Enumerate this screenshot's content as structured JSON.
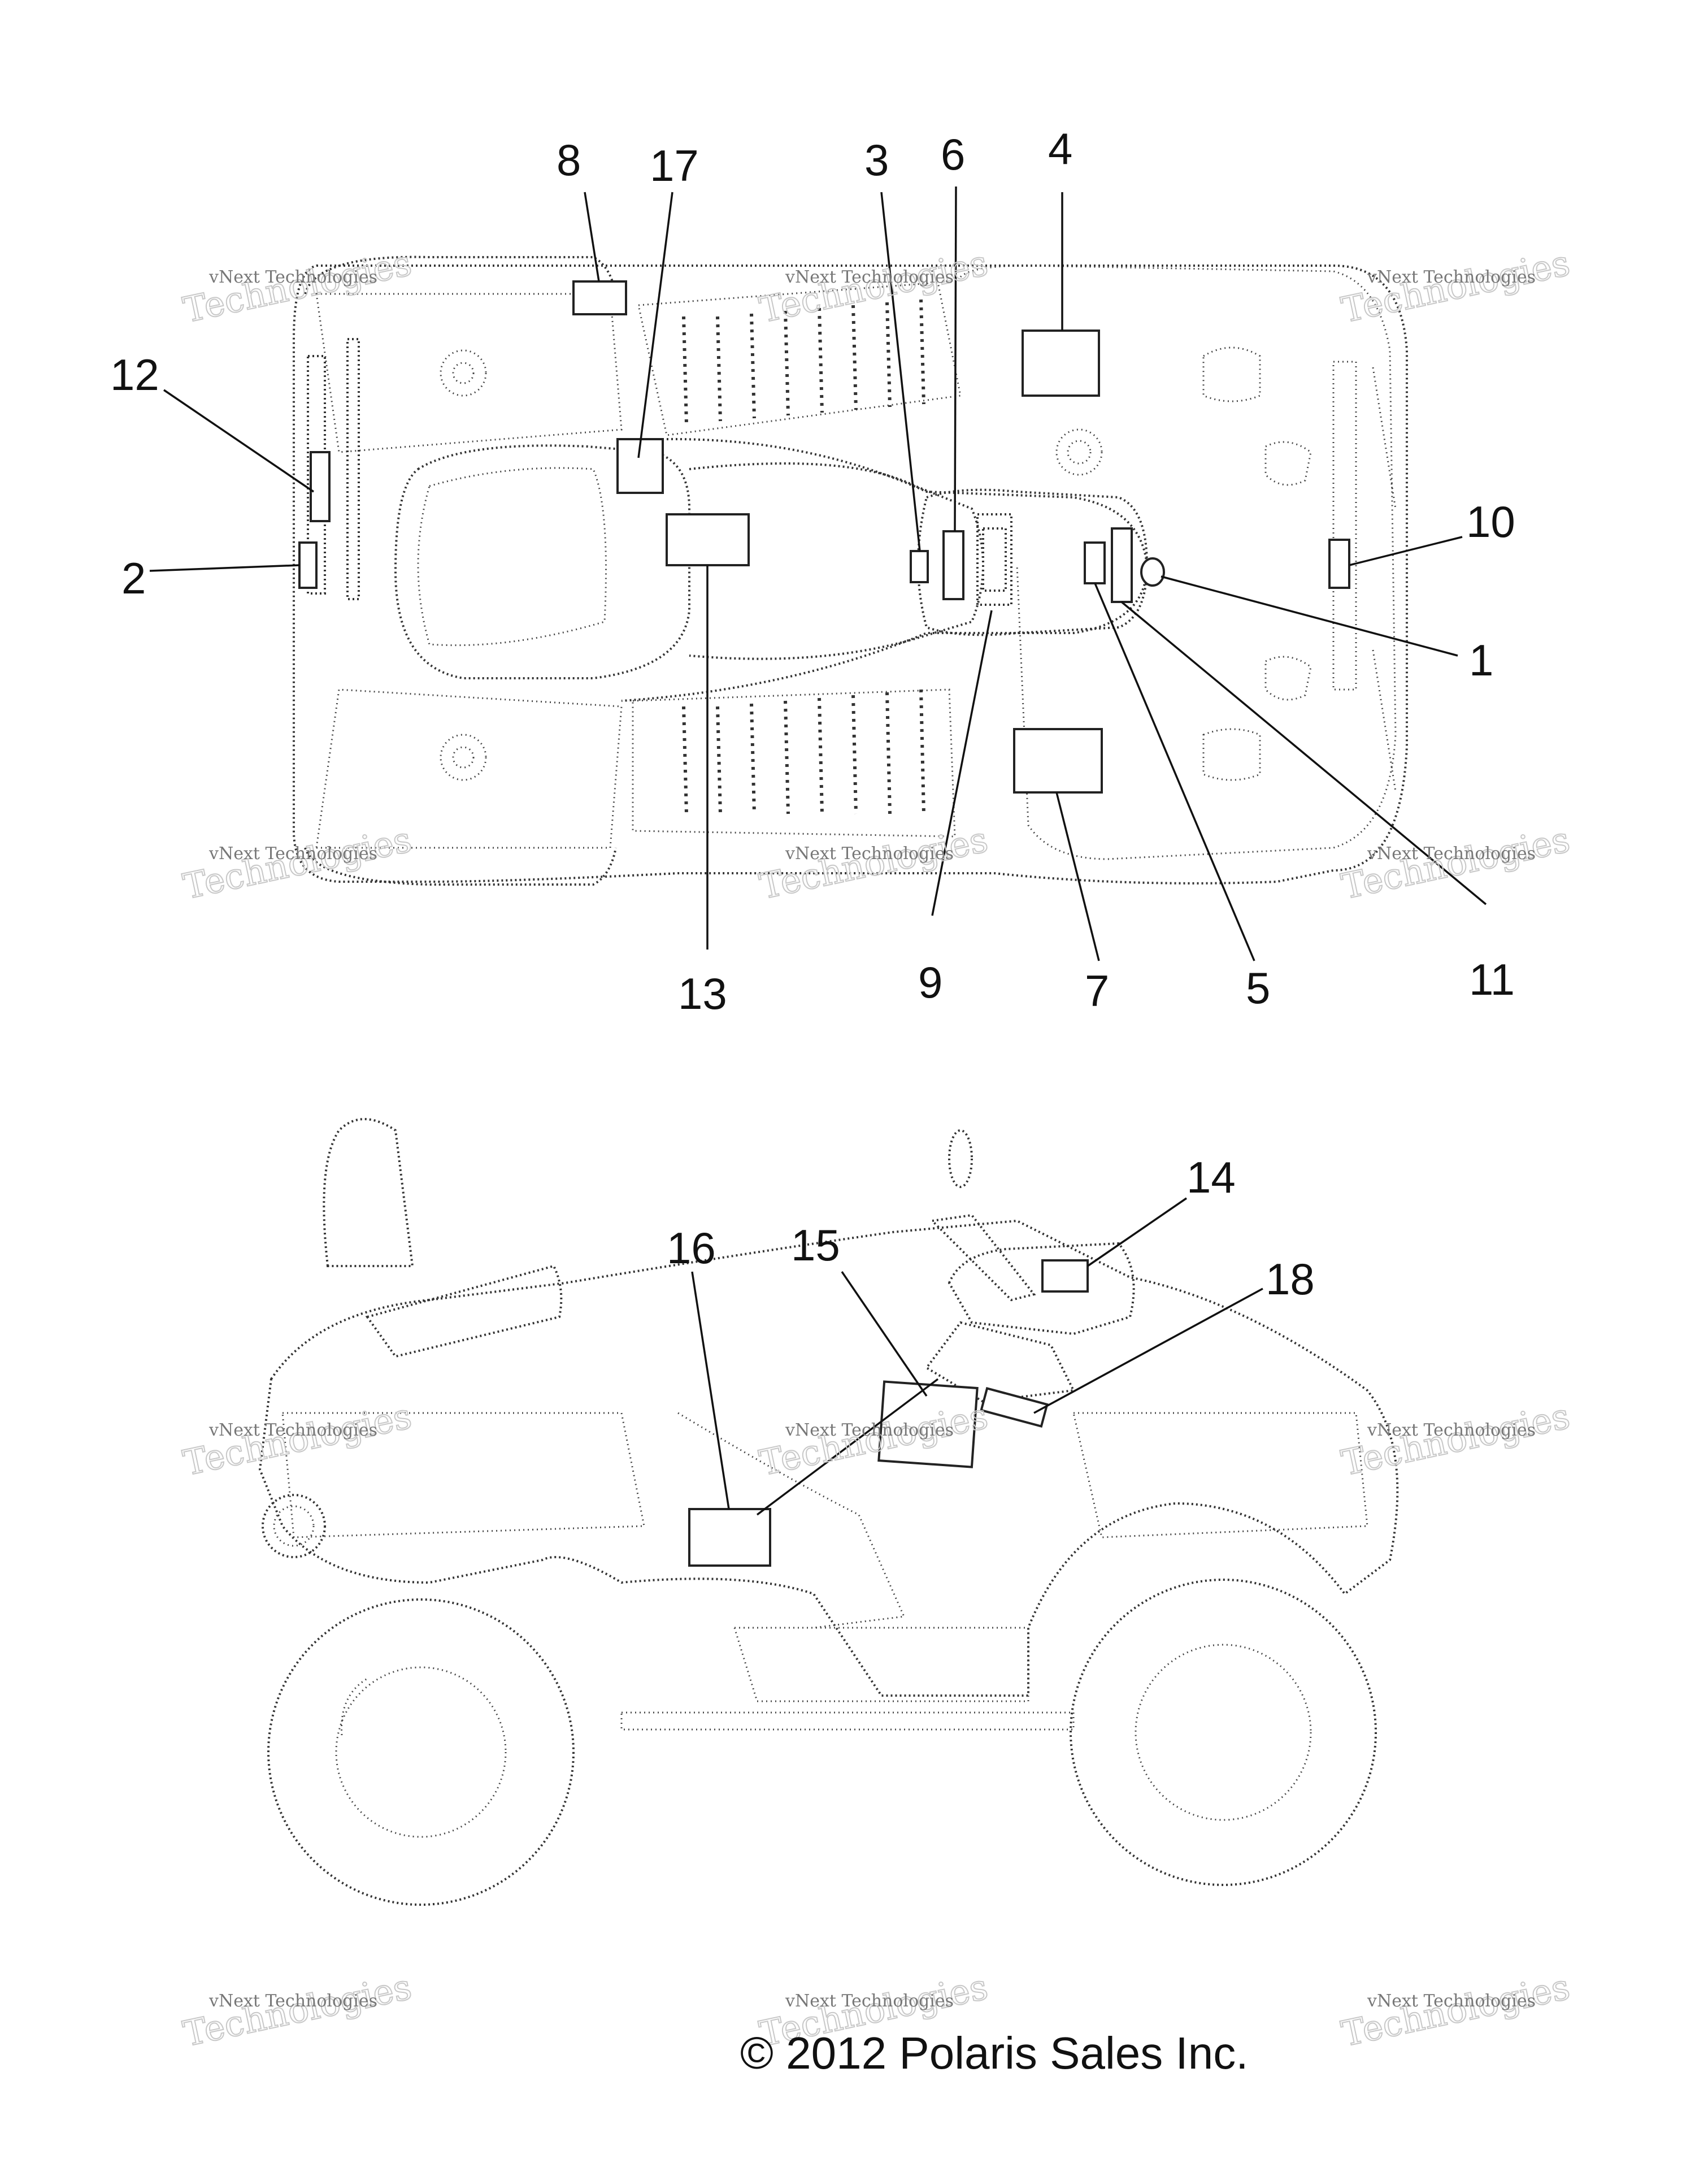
{
  "callouts": {
    "c1": "1",
    "c2": "2",
    "c3": "3",
    "c4": "4",
    "c5": "5",
    "c6": "6",
    "c7": "7",
    "c8": "8",
    "c9": "9",
    "c10": "10",
    "c11": "11",
    "c12": "12",
    "c13": "13",
    "c14": "14",
    "c15": "15",
    "c16": "16",
    "c17": "17",
    "c18": "18"
  },
  "watermark": {
    "line1": "vNext Technologies",
    "line2": "Technologies"
  },
  "copyright": "© 2012 Polaris Sales Inc."
}
